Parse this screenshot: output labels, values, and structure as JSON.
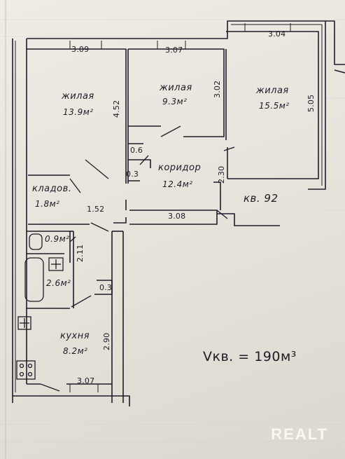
{
  "rooms": {
    "room1": {
      "name": "жилая",
      "area": "13.9м²"
    },
    "room2": {
      "name": "жилая",
      "area": "9.3м²"
    },
    "room3": {
      "name": "жилая",
      "area": "15.5м²"
    },
    "corridor": {
      "name": "коридор",
      "area": "12.4м²"
    },
    "storage": {
      "name": "кладов.",
      "area": "1.8м²"
    },
    "wc": {
      "area": "0.9м²"
    },
    "bath": {
      "area": "2.6м²"
    },
    "kitchen": {
      "name": "кухня",
      "area": "8.2м²"
    }
  },
  "dimensions": {
    "room1_width": "3.09",
    "room1_depth": "4.52",
    "room2_width": "3.07",
    "room2_depth": "3.02",
    "room3_width": "3.04",
    "room3_depth": "5.05",
    "closet_a": "0.6",
    "closet_b": "0.3",
    "corridor_side": "2.30",
    "corridor_front": "1.52",
    "corridor_len": "3.08",
    "bath_side": "2.11",
    "bath_niche": "0.3",
    "kitchen_depth": "2.90",
    "kitchen_width": "3.07"
  },
  "apartment_number": "кв. 92",
  "volume": "Vкв. = 190м³",
  "watermark": "REALT"
}
